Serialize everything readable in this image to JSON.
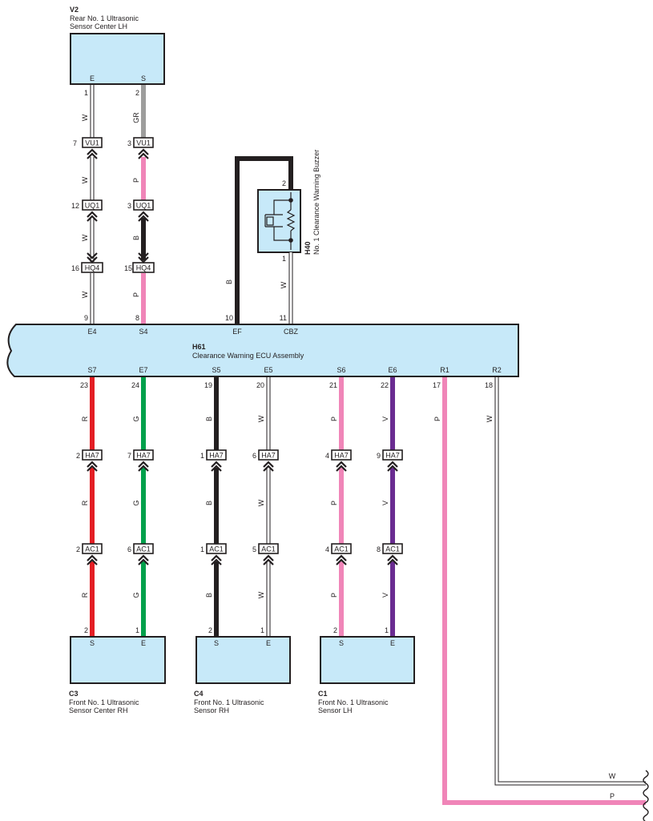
{
  "components": {
    "v2": {
      "code": "V2",
      "name_line1": "Rear No.  1 Ultrasonic",
      "name_line2": "Sensor Center LH",
      "pin_e": "E",
      "pin_s": "S"
    },
    "h40": {
      "code": "H40",
      "name": "No.  1 Clearance Warning Buzzer",
      "pin_top": "2",
      "pin_bottom": "1"
    },
    "h61": {
      "code": "H61",
      "name": "Clearance Warning ECU Assembly",
      "top_pins": [
        "E4",
        "S4",
        "EF",
        "CBZ"
      ],
      "bottom_pins": [
        "S7",
        "E7",
        "S5",
        "E5",
        "S6",
        "E6",
        "R1",
        "R2"
      ]
    },
    "c3": {
      "code": "C3",
      "name_line1": "Front No.  1 Ultrasonic",
      "name_line2": "Sensor Center RH",
      "pin_s": "S",
      "pin_e": "E",
      "num_s": "2",
      "num_e": "1"
    },
    "c4": {
      "code": "C4",
      "name_line1": "Front No.  1 Ultrasonic",
      "name_line2": "Sensor RH",
      "pin_s": "S",
      "pin_e": "E",
      "num_s": "2",
      "num_e": "1"
    },
    "c1": {
      "code": "C1",
      "name_line1": "Front No.  1 Ultrasonic",
      "name_line2": "Sensor LH",
      "pin_s": "S",
      "pin_e": "E",
      "num_s": "2",
      "num_e": "1"
    }
  },
  "top_wires": {
    "left": {
      "pin_v2": "1",
      "c1": "W",
      "vu1_pin": "7",
      "c2": "W",
      "uq1_pin": "12",
      "c3": "W",
      "hq4_pin": "16",
      "c4": "W",
      "ecu_pin": "9"
    },
    "right": {
      "pin_v2": "2",
      "c1": "GR",
      "vu1_pin": "3",
      "c2": "P",
      "uq1_pin": "3",
      "c3": "B",
      "hq4_pin": "15",
      "c4": "P",
      "ecu_pin": "8"
    },
    "ef": {
      "color": "B",
      "ecu_pin": "10"
    },
    "cbz": {
      "color": "W",
      "ecu_pin": "11"
    }
  },
  "connectors": {
    "vu1": "VU1",
    "uq1": "UQ1",
    "hq4": "HQ4",
    "ha7": "HA7",
    "ac1": "AC1"
  },
  "bottom_wires": {
    "ecu_pins": [
      "23",
      "24",
      "19",
      "20",
      "21",
      "22",
      "17",
      "18"
    ],
    "colors": [
      "R",
      "G",
      "B",
      "W",
      "P",
      "V",
      "P",
      "W"
    ],
    "ha7_pins": [
      "2",
      "7",
      "1",
      "6",
      "4",
      "9"
    ],
    "ac1_pins": [
      "2",
      "6",
      "1",
      "5",
      "4",
      "8"
    ]
  },
  "exit_wires": {
    "upper": "W",
    "lower": "P"
  },
  "colors": {
    "red": "#e31e24",
    "green": "#00a04b",
    "black": "#231f20",
    "pink": "#f085b8",
    "violet": "#6a2c91",
    "gray": "#9d9d9c",
    "box_fill": "#c7e9f9"
  }
}
